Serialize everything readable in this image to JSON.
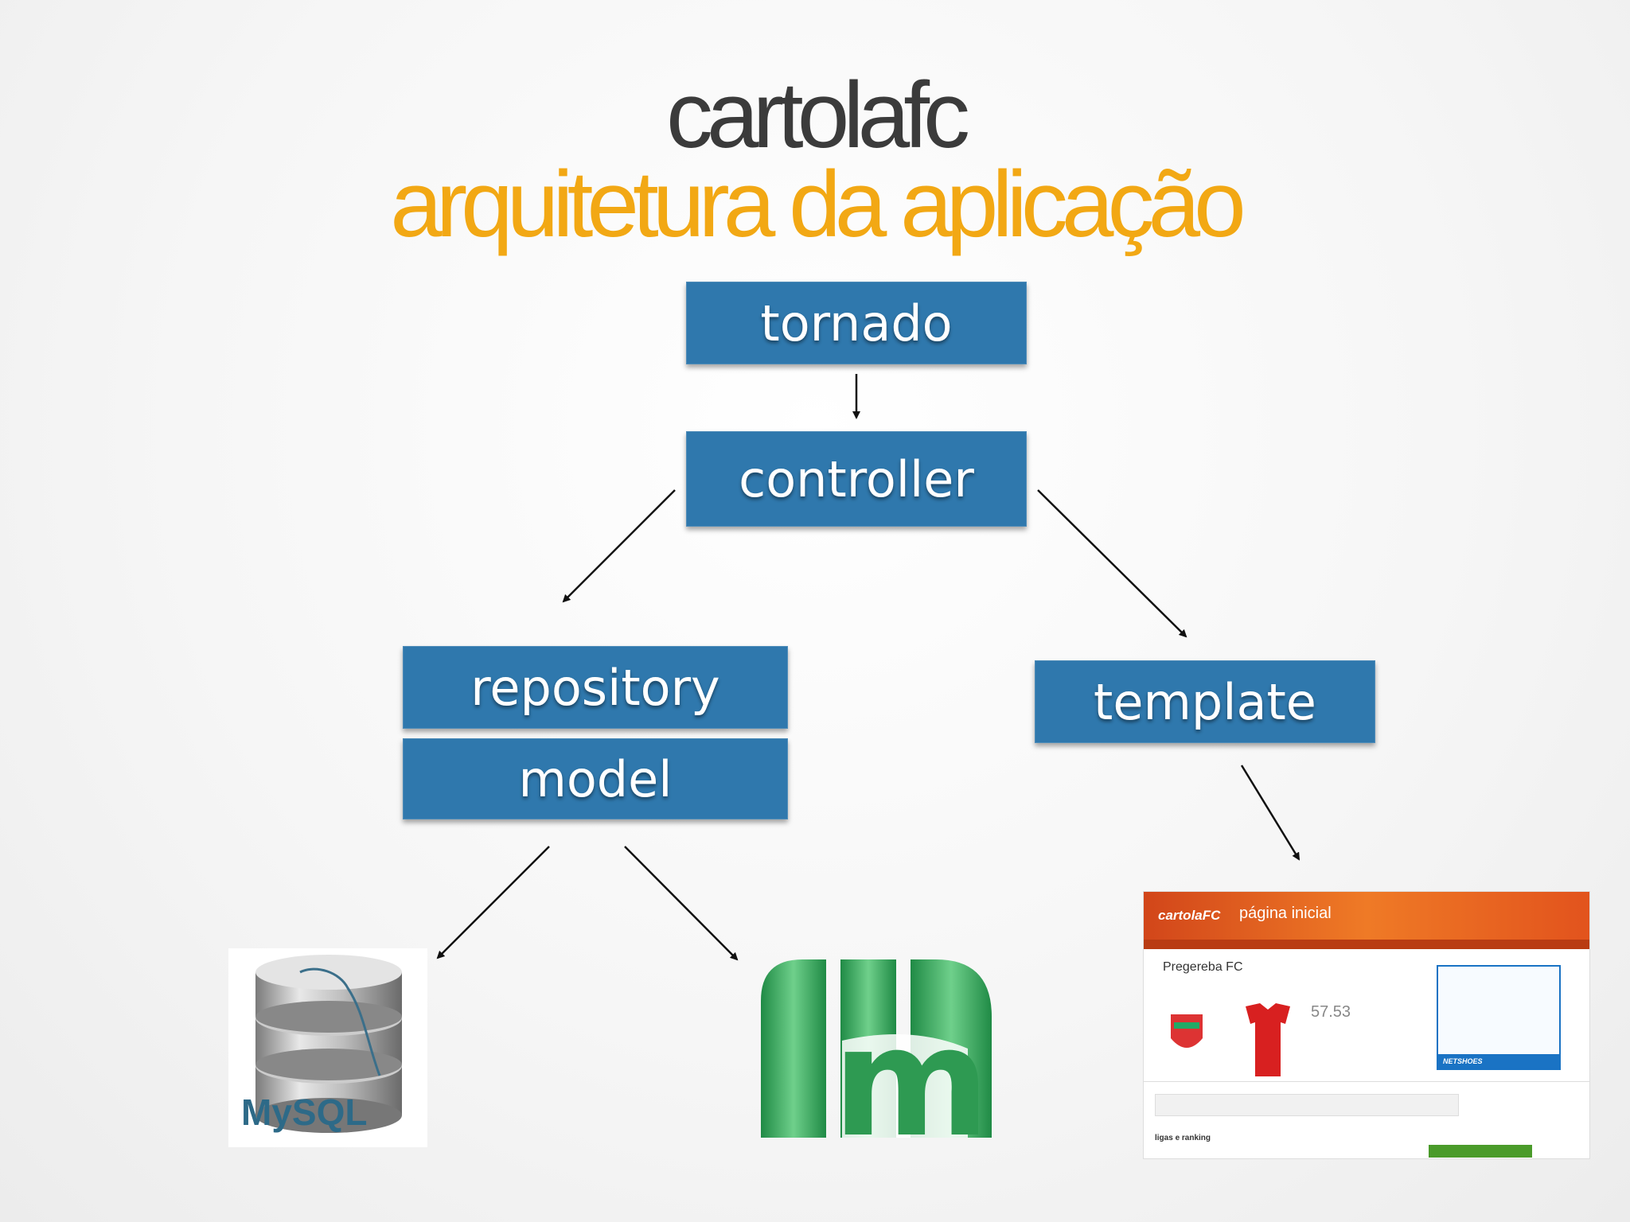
{
  "title": {
    "main": "cartolafc",
    "sub": "arquitetura da aplicação"
  },
  "nodes": {
    "tornado": "tornado",
    "controller": "controller",
    "repository": "repository",
    "model": "model",
    "template": "template"
  },
  "edges": [
    {
      "from": "tornado",
      "to": "controller"
    },
    {
      "from": "controller",
      "to": "repository"
    },
    {
      "from": "controller",
      "to": "template"
    },
    {
      "from": "model",
      "to": "mysql-logo"
    },
    {
      "from": "model",
      "to": "mongoengine-logo"
    },
    {
      "from": "template",
      "to": "screenshot"
    }
  ],
  "logos": {
    "mysql": "MySQL",
    "mongo": "m"
  },
  "screenshot": {
    "brand": "cartolaFC",
    "page": "página inicial",
    "team": "Pregereba FC",
    "points": "57.53",
    "ad_brand": "NETSHOES",
    "section": "ligas e ranking"
  },
  "colors": {
    "box": "#2f78ad",
    "title_main": "#3b3b3b",
    "title_sub": "#f2a814"
  }
}
